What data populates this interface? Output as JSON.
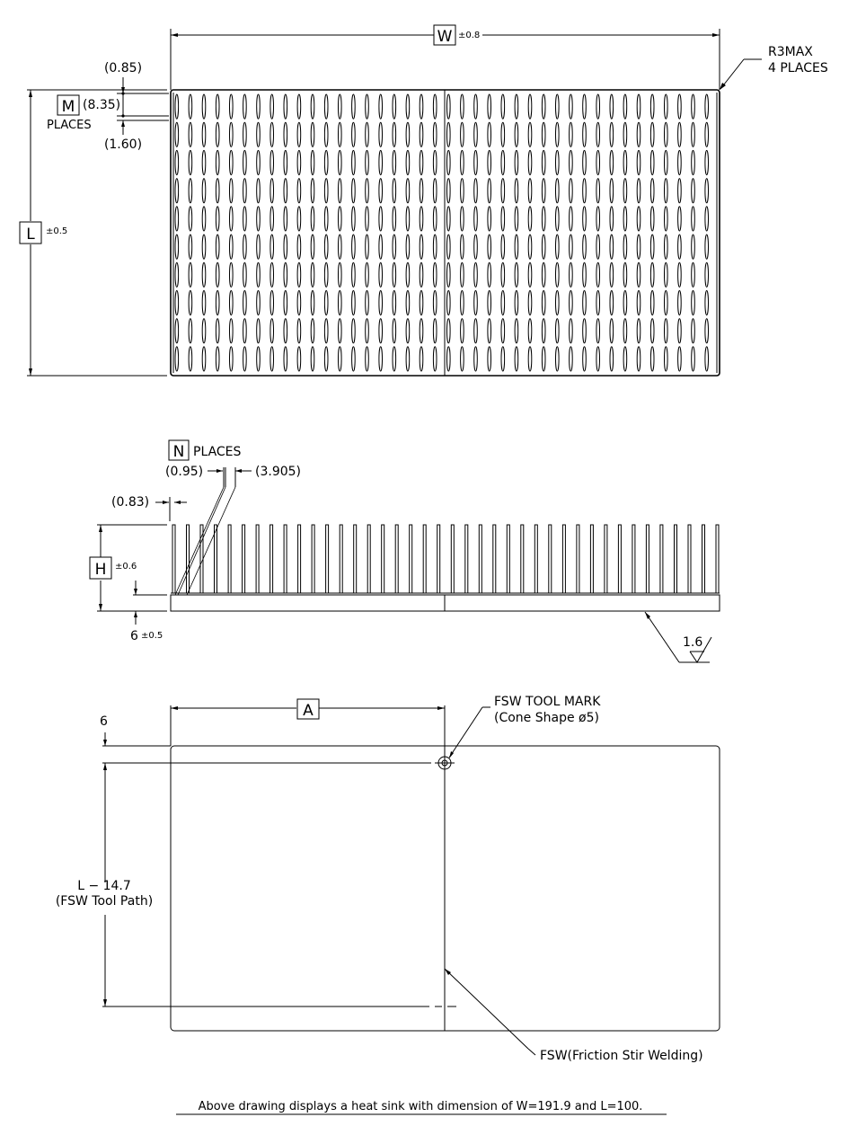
{
  "drawing": {
    "title": "Heat sink drawing",
    "line_color": "#000000",
    "background": "#ffffff"
  },
  "top_view": {
    "width_label": "W",
    "width_tol": "±0.8",
    "length_label": "L",
    "length_tol": "±0.5",
    "corner_note_line1": "R3MAX",
    "corner_note_line2": "4 PLACES",
    "dim_top_margin": "(0.85)",
    "fin_pitch_label": "M",
    "fin_pitch_value": "(8.35)",
    "fin_pitch_places": "PLACES",
    "fin_gap": "(1.60)",
    "fin_columns": 40,
    "fin_rows": 10
  },
  "side_view": {
    "fin_count_label": "N",
    "fin_count_places": "PLACES",
    "fin_thickness": "(0.95)",
    "fin_spacing": "(3.905)",
    "edge_offset": "(0.83)",
    "height_label": "H",
    "height_tol": "±0.6",
    "base_thickness": "6",
    "base_tol": "±0.5",
    "surface_finish": "1.6",
    "fin_count": 40
  },
  "bottom_view": {
    "offset_label": "A",
    "top_offset": "6",
    "tool_mark_line1": "FSW TOOL MARK",
    "tool_mark_line2": "(Cone Shape ø5)",
    "tool_path_line1": "L − 14.7",
    "tool_path_line2": "(FSW Tool Path)",
    "weld_note": "FSW(Friction Stir Welding)"
  },
  "caption": "Above drawing displays a heat sink with dimension of W=191.9 and L=100."
}
